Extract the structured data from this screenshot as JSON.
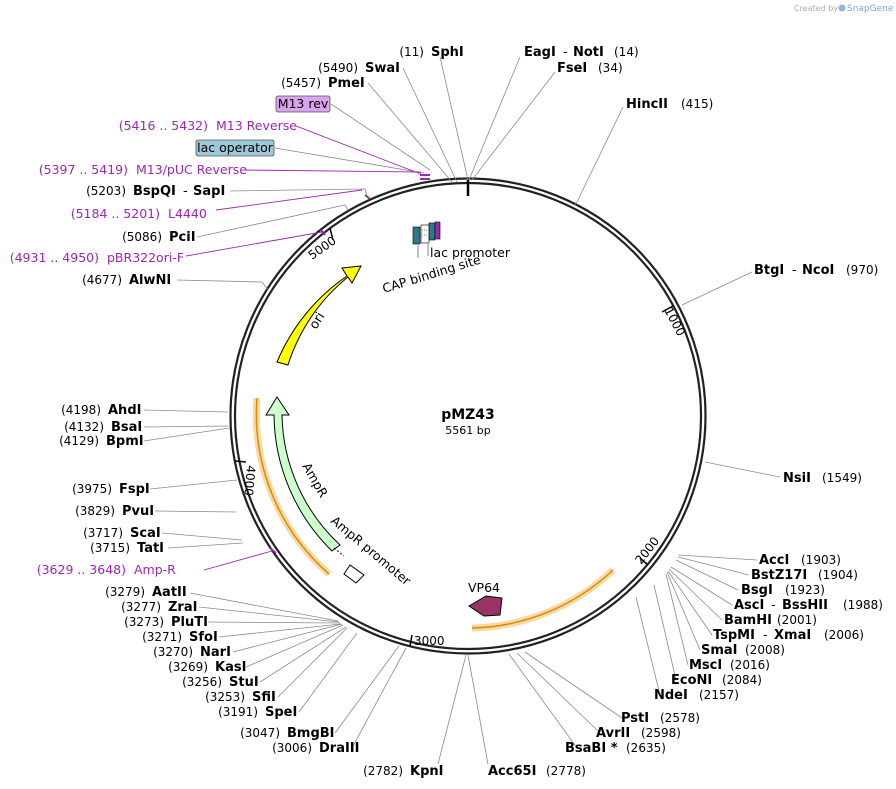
{
  "watermark": {
    "created_by": "Created by",
    "brand": "SnapGene"
  },
  "plasmid": {
    "name": "pMZ43",
    "length_label": "5561 bp",
    "length_bp": 5561
  },
  "ticks": [
    "1000",
    "2000",
    "3000",
    "4000",
    "5000"
  ],
  "feature_labels": {
    "ori": "ori",
    "ampr": "AmpR",
    "ampr_promoter": "AmpR promoter",
    "vp64": "VP64",
    "lac_promoter": "lac promoter",
    "cap_site": "CAP binding site"
  },
  "colors": {
    "ori": "#ffff00",
    "ampr": "#ccffcc",
    "vp64": "#993366",
    "primer": "#9c27b0",
    "m13_box": "#d9a3ee",
    "lac_box": "#9cc8d8"
  },
  "boxes": {
    "m13_rev": "M13 rev",
    "lac_operator": "lac operator"
  },
  "enzymes": {
    "sphi": {
      "name": "SphI",
      "pos": "(11)"
    },
    "swai": {
      "name": "SwaI",
      "pos": "(5490)"
    },
    "pmei": {
      "name": "PmeI",
      "pos": "(5457)"
    },
    "eagi": {
      "name": "EagI",
      "pos": "(14)"
    },
    "noti": {
      "name": "NotI"
    },
    "fsei": {
      "name": "FseI",
      "pos": "(34)"
    },
    "hincii": {
      "name": "HincII",
      "pos": "(415)"
    },
    "bsp": {
      "name": "BspQI",
      "pos": "(5203)"
    },
    "sapi": {
      "name": "SapI"
    },
    "pcii": {
      "name": "PciI",
      "pos": "(5086)"
    },
    "alwni": {
      "name": "AlwNI",
      "pos": "(4677)"
    },
    "btgi": {
      "name": "BtgI",
      "pos": "(970)"
    },
    "ncoi": {
      "name": "NcoI"
    },
    "ahdi": {
      "name": "AhdI",
      "pos": "(4198)"
    },
    "bsai": {
      "name": "BsaI",
      "pos": "(4132)"
    },
    "bpmi": {
      "name": "BpmI",
      "pos": "(4129)"
    },
    "fspi": {
      "name": "FspI",
      "pos": "(3975)"
    },
    "pvui": {
      "name": "PvuI",
      "pos": "(3829)"
    },
    "scai": {
      "name": "ScaI",
      "pos": "(3717)"
    },
    "tati": {
      "name": "TatI",
      "pos": "(3715)"
    },
    "nsii": {
      "name": "NsiI",
      "pos": "(1549)"
    },
    "acci": {
      "name": "AccI",
      "pos": "(1903)"
    },
    "bstz": {
      "name": "BstZ17I",
      "pos": "(1904)"
    },
    "bsgi": {
      "name": "BsgI",
      "pos": "(1923)"
    },
    "asci": {
      "name": "AscI",
      "pos": "(1988)"
    },
    "bsshii": {
      "name": "BssHII"
    },
    "bamhi": {
      "name": "BamHI",
      "pos": "(2001)"
    },
    "tspmi": {
      "name": "TspMI",
      "pos": "(2006)"
    },
    "xmai": {
      "name": "XmaI"
    },
    "smai": {
      "name": "SmaI",
      "pos": "(2008)"
    },
    "msci": {
      "name": "MscI",
      "pos": "(2016)"
    },
    "econi": {
      "name": "EcoNI",
      "pos": "(2084)"
    },
    "ndei": {
      "name": "NdeI",
      "pos": "(2157)"
    },
    "psti": {
      "name": "PstI",
      "pos": "(2578)"
    },
    "avrii": {
      "name": "AvrII",
      "pos": "(2598)"
    },
    "bsabi": {
      "name": "BsaBI *",
      "pos": "(2635)"
    },
    "acc65i": {
      "name": "Acc65I",
      "pos": "(2778)"
    },
    "kpni": {
      "name": "KpnI",
      "pos": "(2782)"
    },
    "draiii": {
      "name": "DraIII",
      "pos": "(3006)"
    },
    "bmgbi": {
      "name": "BmgBI",
      "pos": "(3047)"
    },
    "spei": {
      "name": "SpeI",
      "pos": "(3191)"
    },
    "sfii": {
      "name": "SfiI",
      "pos": "(3253)"
    },
    "stui": {
      "name": "StuI",
      "pos": "(3256)"
    },
    "kasi": {
      "name": "KasI",
      "pos": "(3269)"
    },
    "nari": {
      "name": "NarI",
      "pos": "(3270)"
    },
    "sfoi": {
      "name": "SfoI",
      "pos": "(3271)"
    },
    "pluti": {
      "name": "PluTI",
      "pos": "(3273)"
    },
    "zrai": {
      "name": "ZraI",
      "pos": "(3277)"
    },
    "aatii": {
      "name": "AatII",
      "pos": "(3279)"
    }
  },
  "primers": {
    "m13rev": {
      "range": "(5416 .. 5432)",
      "name": "M13 Reverse"
    },
    "m13puc": {
      "range": "(5397 .. 5419)",
      "name": "M13/pUC Reverse"
    },
    "l4440": {
      "range": "(5184 .. 5201)",
      "name": "L4440"
    },
    "pbr": {
      "range": "(4931 .. 4950)",
      "name": "pBR322ori-F"
    },
    "ampr": {
      "range": "(3629 .. 3648)",
      "name": "Amp-R"
    }
  }
}
